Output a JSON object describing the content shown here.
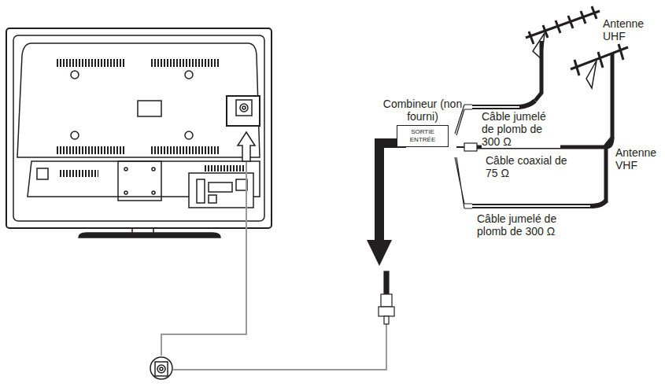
{
  "diagram": {
    "nodes": [
      {
        "text": [
          "Combineur (non fourni)",
          "SORTIE ENTRÉE"
        ]
      }
    ],
    "labels": [
      "Antenne UHF",
      "Câble jumelé de plomb de 300 Ω",
      "Antenne VHF",
      "Câble coaxial de 75 Ω",
      "Câble jumelé de plomb de 300 Ω"
    ]
  }
}
